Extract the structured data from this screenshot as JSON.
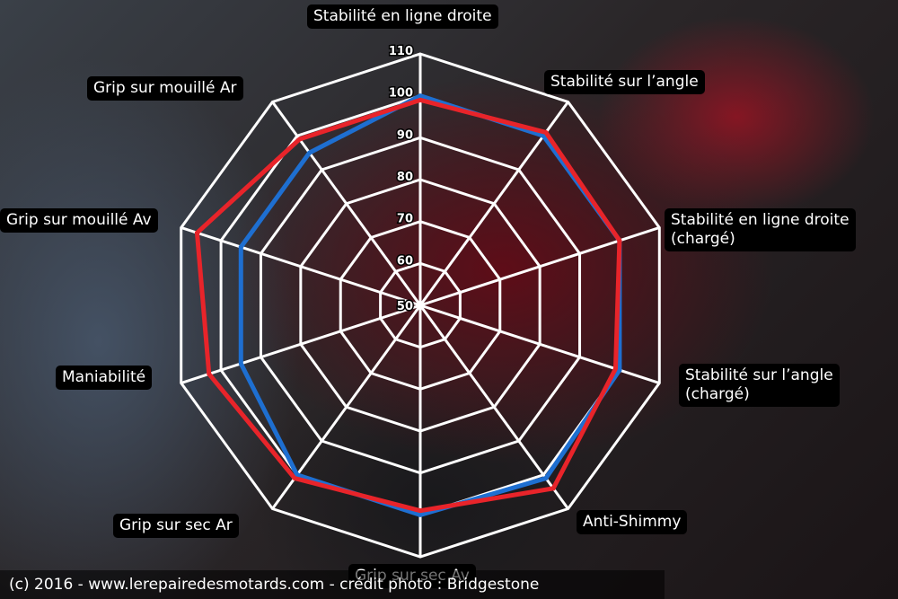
{
  "chart_data": {
    "type": "radar",
    "axes": [
      [
        "Stabilité en ligne droite"
      ],
      [
        "Stabilité sur l’angle"
      ],
      [
        "Stabilité en ligne droite",
        "(chargé)"
      ],
      [
        "Stabilité sur l’angle",
        "(chargé)"
      ],
      [
        "Anti-Shimmy"
      ],
      [
        "Grip sur sec Av"
      ],
      [
        "Grip sur sec Ar"
      ],
      [
        "Maniabilité"
      ],
      [
        "Grip sur mouillé Av"
      ],
      [
        "Grip sur mouillé Ar"
      ]
    ],
    "rlim": [
      50,
      110
    ],
    "ticks": [
      "50",
      "60",
      "70",
      "80",
      "90",
      "100",
      "110"
    ],
    "series": [
      {
        "color": "#1e6fd1",
        "values": [
          100,
          100,
          100,
          100,
          101,
          100,
          100,
          95,
          95,
          95
        ]
      },
      {
        "color": "#e8242a",
        "values": [
          99,
          101,
          100,
          99,
          104,
          99,
          101,
          103,
          106,
          99
        ]
      }
    ],
    "grid": true
  },
  "credit": "(c) 2016 - www.lerepairedesmotards.com - crédit photo : Bridgestone"
}
